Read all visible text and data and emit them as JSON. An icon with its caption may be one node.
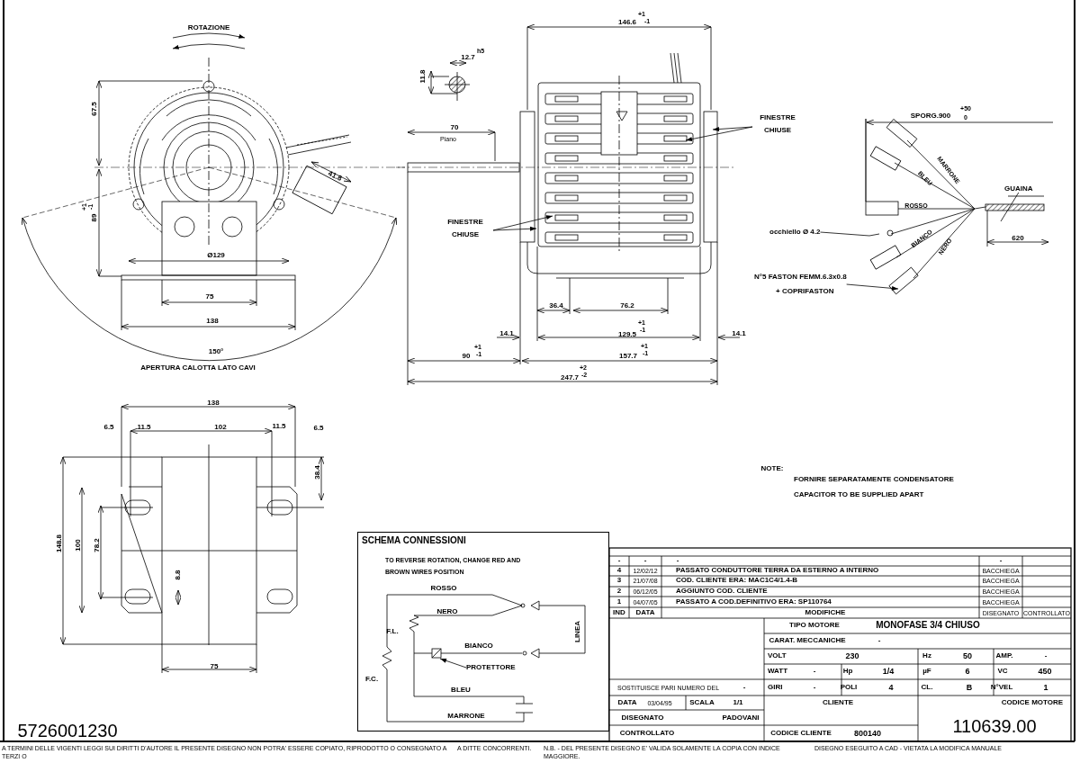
{
  "diagram": {
    "nodes": [
      {
        "text": [
          "FINESTRE CHIUSE"
        ]
      },
      {
        "text": [
          "FINESTRE CHIUSE"
        ]
      },
      {
        "text": [
          "occhiello Ø 4.2"
        ]
      },
      {
        "text": [
          "N°5 FASTON FEMM.6.3x0.8",
          "+ COPRIFASTON"
        ]
      },
      {
        "text": [
          "GUAINA"
        ]
      },
      {
        "text": [
          "SCHEMA CONNESSIONI",
          "TO REVERSE ROTATION, CHANGE RED AND BROWN WIRES POSITION"
        ]
      },
      {
        "text": [
          "PROTETTORE"
        ],
        "in": 5
      }
    ],
    "edges": [
      {
        "from": 0,
        "to": null,
        "arrow": "to"
      },
      {
        "from": 0,
        "to": null,
        "arrow": "to"
      },
      {
        "from": 1,
        "to": null,
        "arrow": "to"
      },
      {
        "from": 1,
        "to": null,
        "arrow": "to"
      },
      {
        "from": 2,
        "to": null,
        "arrow": "none"
      },
      {
        "from": 3,
        "to": null,
        "arrow": "to"
      },
      {
        "from": 4,
        "to": null,
        "arrow": "none"
      },
      {
        "from": 6,
        "to": null,
        "arrow": "to"
      }
    ],
    "labels": [
      "ROTAZIONE",
      "67.5",
      "89",
      "+1",
      "-1",
      "41.8",
      "Ø129",
      "75",
      "138",
      "150°",
      "APERTURA CALOTTA LATO CAVI",
      "146.6",
      "+1",
      "-1",
      "12.7",
      "h5",
      "11.8",
      "70",
      "Piano",
      "36.4",
      "76.2",
      "14.1",
      "129.5",
      "+1",
      "-1",
      "14.1",
      "90",
      "+1",
      "-1",
      "157.7",
      "+1",
      "-1",
      "247.7",
      "+2",
      "-2",
      "SPORG.900",
      "+50",
      "0",
      "MARRONE",
      "BLEU",
      "ROSSO",
      "BIANCO",
      "NERO",
      "620",
      "138",
      "6.5",
      "11.5",
      "102",
      "11.5",
      "6.5",
      "148.8",
      "100",
      "78.2",
      "8.8",
      "38.4",
      "75",
      "5726001230",
      "NOTE:",
      "FORNIRE SEPARATAMENTE CONDENSATORE",
      "CAPACITOR TO BE SUPPLIED APART",
      "ROSSO",
      "NERO",
      "F.L.",
      "BIANCO",
      "F.C.",
      "BLEU",
      "MARRONE",
      "LINEA",
      "-",
      "-",
      "-",
      "-",
      "4",
      "12/02/12",
      "PASSATO CONDUTTORE TERRA DA ESTERNO A INTERNO",
      "BACCHIEGA",
      "3",
      "21/07/08",
      "COD. CLIENTE ERA: MAC1C4/1.4-B",
      "BACCHIEGA",
      "2",
      "06/12/05",
      "AGGIUNTO COD. CLIENTE",
      "BACCHIEGA",
      "1",
      "04/07/05",
      "PASSATO A COD.DEFINITIVO ERA: SP110764",
      "BACCHIEGA",
      "IND",
      "DATA",
      "MODIFICHE",
      "DISEGNATO",
      "CONTROLLATO",
      "TIPO MOTORE",
      "MONOFASE 3/4 CHIUSO",
      "CARAT. MECCANICHE",
      "-",
      "VOLT",
      "230",
      "Hz",
      "50",
      "AMP.",
      "-",
      "WATT",
      "-",
      "Hp",
      "1/4",
      "µF",
      "6",
      "VC",
      "450",
      "SOSTITUISCE PARI NUMERO DEL",
      "-",
      "GIRI",
      "-",
      "POLI",
      "4",
      "CL.",
      "B",
      "N°VEL",
      "1",
      "DATA",
      "03/04/95",
      "SCALA",
      "1/1",
      "CLIENTE",
      "CODICE MOTORE",
      "DISEGNATO",
      "PADOVANI",
      "110639.00",
      "CONTROLLATO",
      "CODICE CLIENTE",
      "800140",
      "A TERMINI DELLE VIGENTI LEGGI SUI DIRITTI D'AUTORE IL PRESENTE DISEGNO NON POTRA' ESSERE COPIATO, RIPRODOTTO O CONSEGNATO A TERZI O",
      "A DITTE CONCORRENTI.",
      "N.B. - DEL PRESENTE DISEGNO E' VALIDA SOLAMENTE LA COPIA CON INDICE MAGGIORE.",
      "DISEGNO ESEGUITO A CAD - VIETATA LA MODIFICA MANUALE"
    ]
  }
}
